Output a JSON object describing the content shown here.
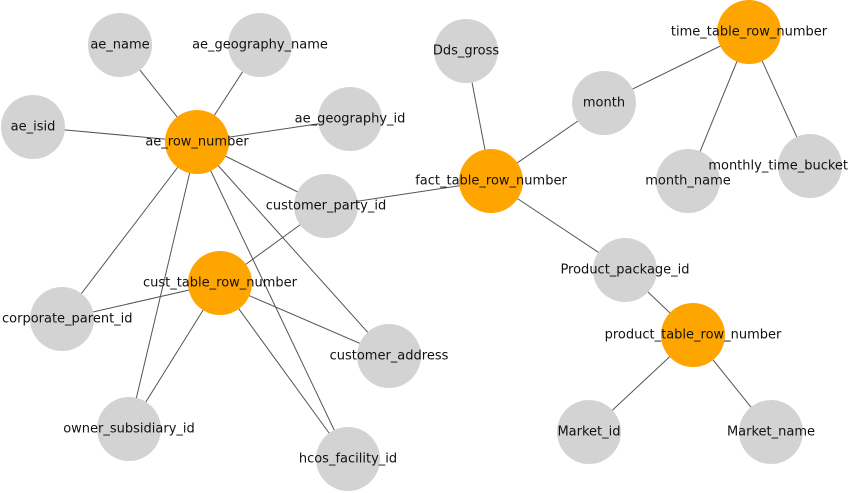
{
  "colors": {
    "primary": "#FFA500",
    "secondary": "#D3D3D3",
    "edge": "#555555",
    "text": "#111111"
  },
  "nodes": [
    {
      "id": "ae_row_number",
      "label": "ae_row_number",
      "kind": "primary"
    },
    {
      "id": "ae_name",
      "label": "ae_name",
      "kind": "secondary"
    },
    {
      "id": "ae_geography_name",
      "label": "ae_geography_name",
      "kind": "secondary"
    },
    {
      "id": "ae_isid",
      "label": "ae_isid",
      "kind": "secondary"
    },
    {
      "id": "ae_geography_id",
      "label": "ae_geography_id",
      "kind": "secondary"
    },
    {
      "id": "customer_party_id",
      "label": "customer_party_id",
      "kind": "secondary"
    },
    {
      "id": "cust_table_row_number",
      "label": "cust_table_row_number",
      "kind": "primary"
    },
    {
      "id": "corporate_parent_id",
      "label": "corporate_parent_id",
      "kind": "secondary"
    },
    {
      "id": "customer_address",
      "label": "customer_address",
      "kind": "secondary"
    },
    {
      "id": "owner_subsidiary_id",
      "label": "owner_subsidiary_id",
      "kind": "secondary"
    },
    {
      "id": "hcos_facility_id",
      "label": "hcos_facility_id",
      "kind": "secondary"
    },
    {
      "id": "fact_table_row_number",
      "label": "fact_table_row_number",
      "kind": "primary"
    },
    {
      "id": "Dds_gross",
      "label": "Dds_gross",
      "kind": "secondary"
    },
    {
      "id": "month",
      "label": "month",
      "kind": "secondary"
    },
    {
      "id": "time_table_row_number",
      "label": "time_table_row_number",
      "kind": "primary"
    },
    {
      "id": "month_name",
      "label": "month_name",
      "kind": "secondary"
    },
    {
      "id": "monthly_time_bucket",
      "label": "monthly_time_bucket",
      "kind": "secondary"
    },
    {
      "id": "Product_package_id",
      "label": "Product_package_id",
      "kind": "secondary"
    },
    {
      "id": "product_table_row_number",
      "label": "product_table_row_number",
      "kind": "primary"
    },
    {
      "id": "Market_id",
      "label": "Market_id",
      "kind": "secondary"
    },
    {
      "id": "Market_name",
      "label": "Market_name",
      "kind": "secondary"
    }
  ],
  "edges": [
    [
      "ae_row_number",
      "ae_name"
    ],
    [
      "ae_row_number",
      "ae_geography_name"
    ],
    [
      "ae_row_number",
      "ae_isid"
    ],
    [
      "ae_row_number",
      "ae_geography_id"
    ],
    [
      "ae_row_number",
      "customer_party_id"
    ],
    [
      "ae_row_number",
      "corporate_parent_id"
    ],
    [
      "ae_row_number",
      "owner_subsidiary_id"
    ],
    [
      "ae_row_number",
      "hcos_facility_id"
    ],
    [
      "ae_row_number",
      "customer_address"
    ],
    [
      "cust_table_row_number",
      "customer_party_id"
    ],
    [
      "cust_table_row_number",
      "corporate_parent_id"
    ],
    [
      "cust_table_row_number",
      "owner_subsidiary_id"
    ],
    [
      "cust_table_row_number",
      "hcos_facility_id"
    ],
    [
      "cust_table_row_number",
      "customer_address"
    ],
    [
      "customer_party_id",
      "fact_table_row_number"
    ],
    [
      "fact_table_row_number",
      "Dds_gross"
    ],
    [
      "fact_table_row_number",
      "month"
    ],
    [
      "fact_table_row_number",
      "Product_package_id"
    ],
    [
      "month",
      "time_table_row_number"
    ],
    [
      "time_table_row_number",
      "month_name"
    ],
    [
      "time_table_row_number",
      "monthly_time_bucket"
    ],
    [
      "Product_package_id",
      "product_table_row_number"
    ],
    [
      "product_table_row_number",
      "Market_id"
    ],
    [
      "product_table_row_number",
      "Market_name"
    ]
  ]
}
